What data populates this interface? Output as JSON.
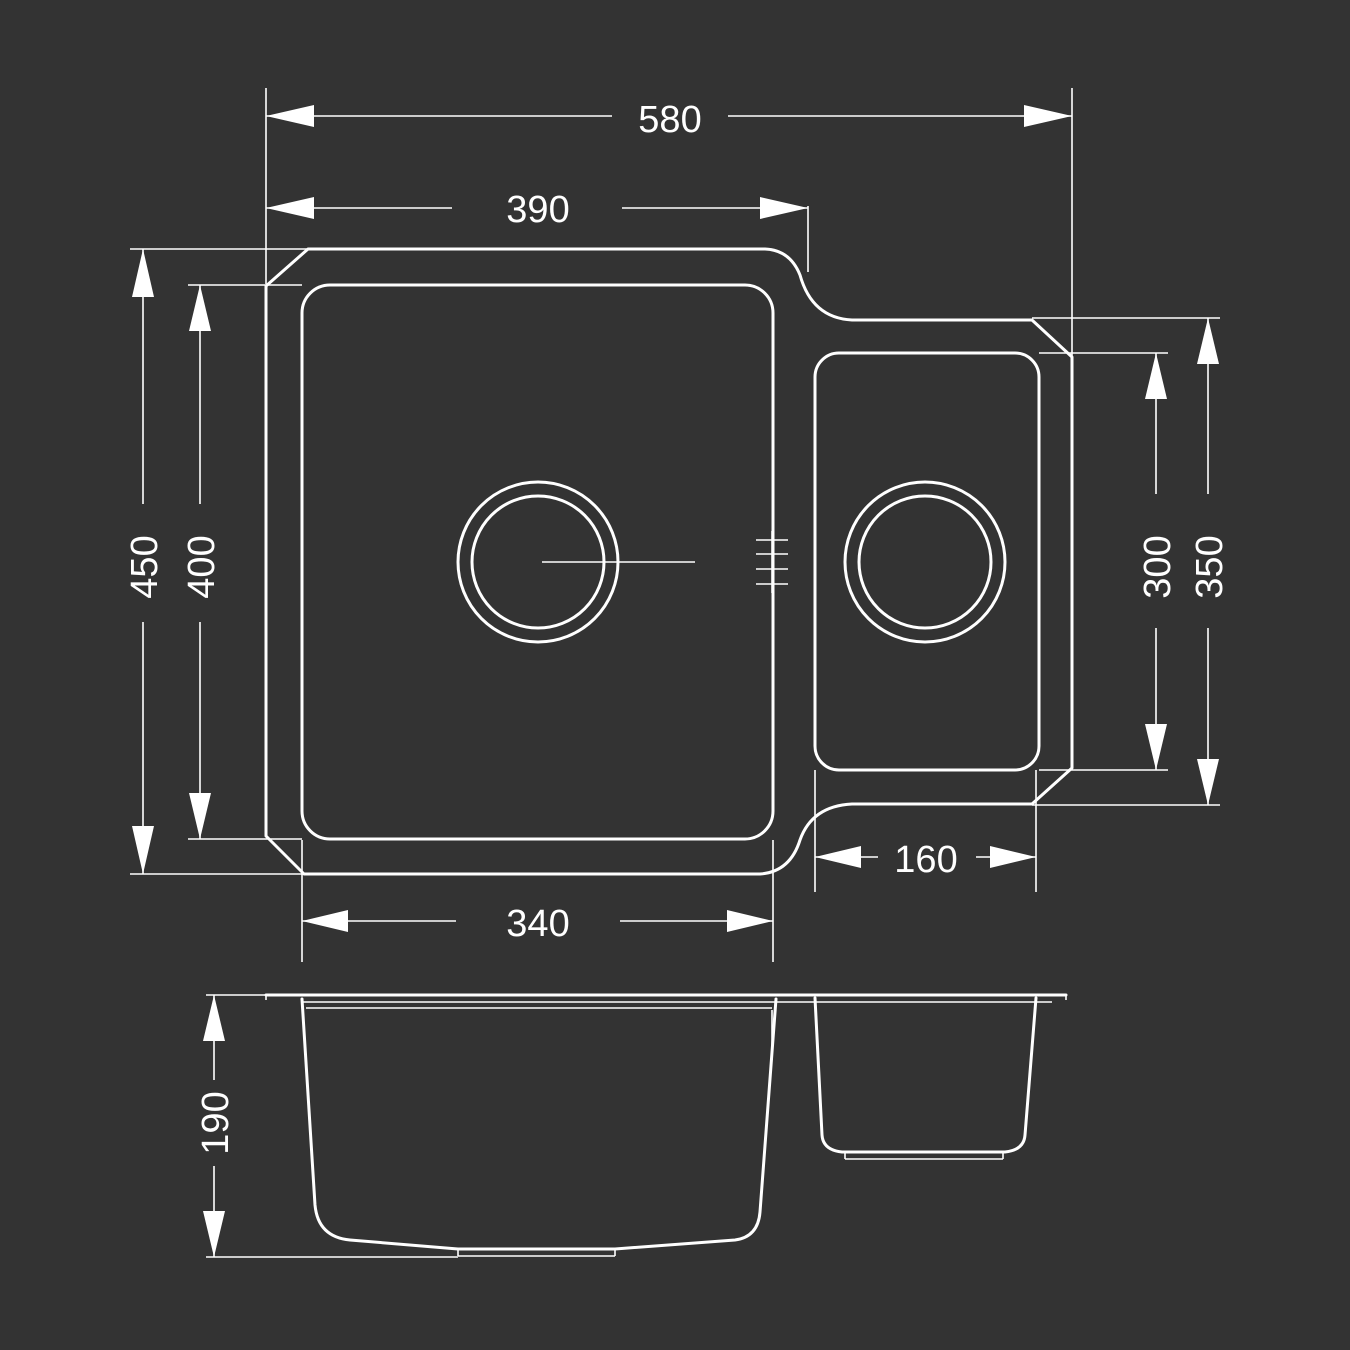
{
  "colors": {
    "background": "#333333",
    "line": "#ffffff"
  },
  "dimensions": {
    "overall_width": "580",
    "main_bowl_overall_width": "390",
    "main_bowl_inner_width": "340",
    "small_bowl_inner_width": "160",
    "overall_depth": "450",
    "main_bowl_inner_depth": "400",
    "small_bowl_inner_depth": "300",
    "small_bowl_overall_depth": "350",
    "bowl_height": "190"
  }
}
